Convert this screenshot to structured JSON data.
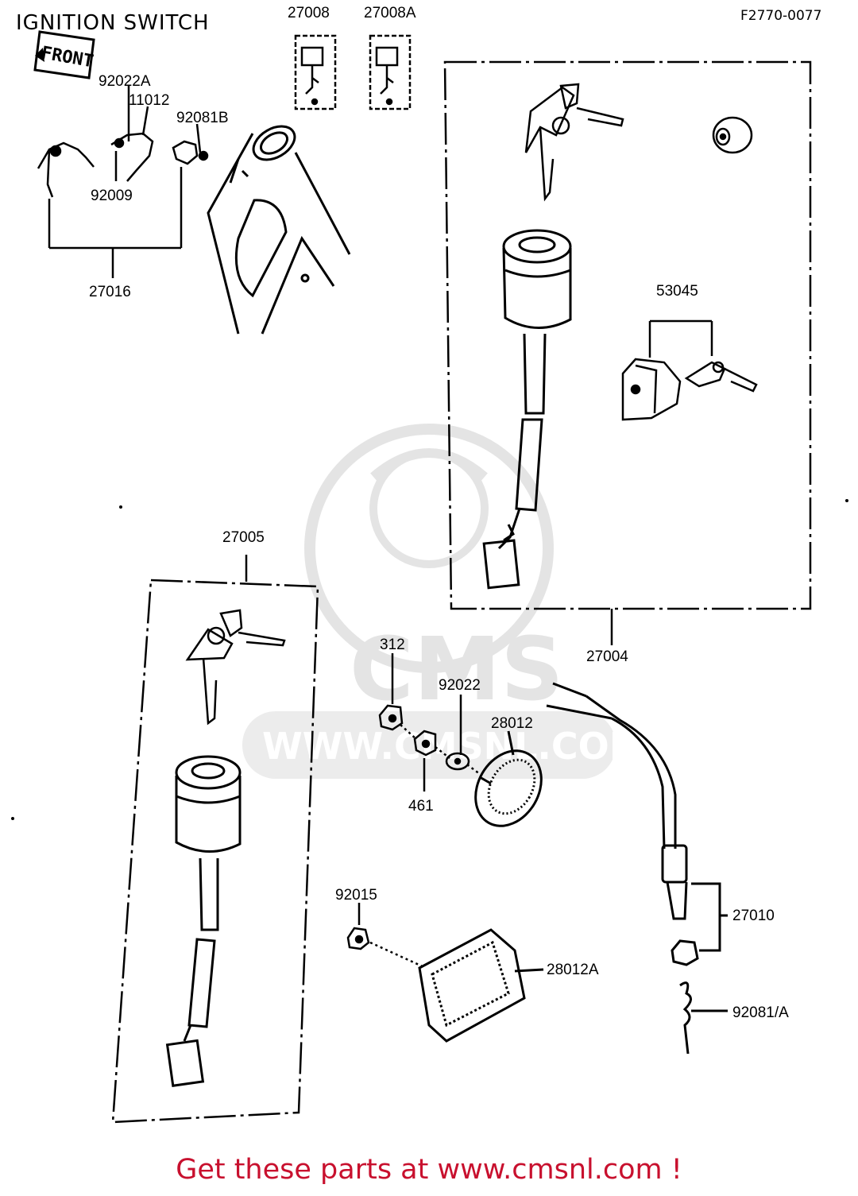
{
  "header": {
    "title": "IGNITION SWITCH",
    "figure_code": "F2770-0077"
  },
  "front_tag": "FRONT",
  "watermark": {
    "logo_text": "CMS",
    "url_text": "WWW.CMSNL.COM"
  },
  "callouts": {
    "p27008": "27008",
    "p27008A": "27008A",
    "p92022A": "92022A",
    "p11012": "11012",
    "p92081B": "92081B",
    "p92009": "92009",
    "p27016": "27016",
    "p53045": "53045",
    "p27005": "27005",
    "p27004": "27004",
    "p312": "312",
    "p92022": "92022",
    "p28012": "28012",
    "p461": "461",
    "p92015": "92015",
    "p28012A": "28012A",
    "p27010": "27010",
    "p92081A": "92081/A"
  },
  "footer": {
    "text": "Get these parts at www.cmsnl.com !",
    "color": "#c8102e"
  }
}
